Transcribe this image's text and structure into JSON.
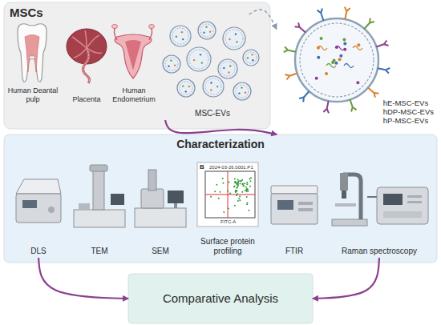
{
  "diagram": {
    "nodes": [
      {
        "text": [
          "MSCs"
        ]
      },
      {
        "text": [
          "Human Deantal pulp"
        ],
        "in": 0
      },
      {
        "text": [
          "Placenta"
        ],
        "in": 0
      },
      {
        "text": [
          "Human Endometrium"
        ],
        "in": 0
      },
      {
        "text": [
          "MSC-EVs"
        ],
        "in": 0
      },
      {
        "text": [
          "hE-MSC-EVs",
          "hDP-MSC-EVs",
          "hP-MSC-EVs"
        ]
      },
      {
        "text": [
          "Characterization"
        ]
      },
      {
        "text": [
          "DLS"
        ],
        "in": 6
      },
      {
        "text": [
          "TEM"
        ],
        "in": 6
      },
      {
        "text": [
          "SEM"
        ],
        "in": 6
      },
      {
        "text": [
          "Surface protein profiling"
        ],
        "in": 6
      },
      {
        "text": [
          "FTIR"
        ],
        "in": 6
      },
      {
        "text": [
          "Raman spectroscopy"
        ],
        "in": 6
      },
      {
        "text": [
          "Comparative Analysis"
        ]
      }
    ],
    "edges": [
      {
        "from": 4,
        "to": 5,
        "arrow": "to"
      },
      {
        "from": 4,
        "to": 6,
        "arrow": "to"
      },
      {
        "from": 7,
        "to": 13,
        "arrow": "to"
      },
      {
        "from": 12,
        "to": 13,
        "arrow": "to"
      }
    ],
    "labels": [
      "B",
      "2024-03-26.0001.P1",
      "FITC-A"
    ]
  }
}
